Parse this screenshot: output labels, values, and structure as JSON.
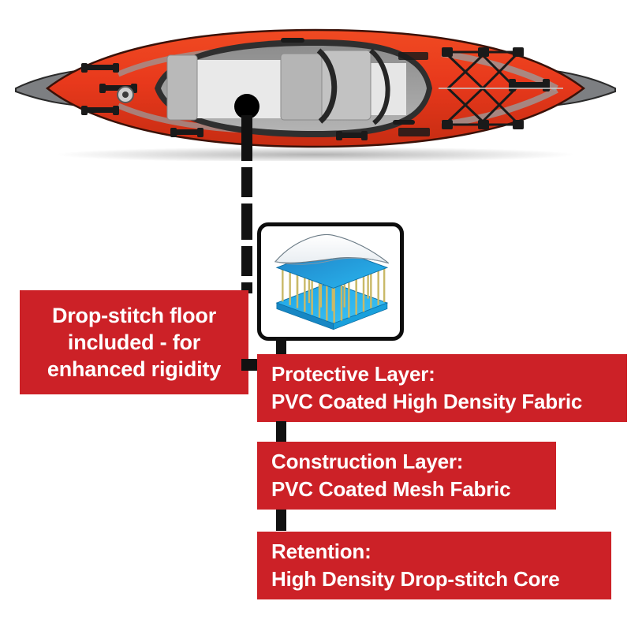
{
  "product": {
    "image_alt": "Red inflatable kayak, top view",
    "hull_color": "#e8391c",
    "hull_shadow_color": "#b5240f",
    "tip_color": "#7d7f82",
    "interior_color": "#9a9a9a",
    "hardware_color": "#1a1a1a"
  },
  "callout": {
    "dot_label": "drop-stitch floor location marker",
    "leader_style": "dashed",
    "leader_color": "#111111"
  },
  "inset": {
    "title": "Drop-stitch construction diagram",
    "border_color": "#0d0d0d",
    "top_layer_color": "#ffffff",
    "upper_surface_color": "#1b8fd6",
    "base_color": "#1fa8e8",
    "thread_color": "#cdbd6a"
  },
  "boxes": {
    "floor": {
      "lines": [
        "Drop-stitch floor",
        "included - for",
        "enhanced rigidity"
      ]
    },
    "protective": {
      "lines": [
        "Protective Layer:",
        "PVC Coated High Density Fabric"
      ]
    },
    "construction": {
      "lines": [
        "Construction Layer:",
        "PVC Coated Mesh Fabric"
      ]
    },
    "retention": {
      "lines": [
        "Retention:",
        "High Density Drop-stitch Core"
      ]
    }
  },
  "theme": {
    "red": "#cc2127",
    "black": "#111111",
    "white": "#ffffff",
    "background": "#ffffff"
  }
}
